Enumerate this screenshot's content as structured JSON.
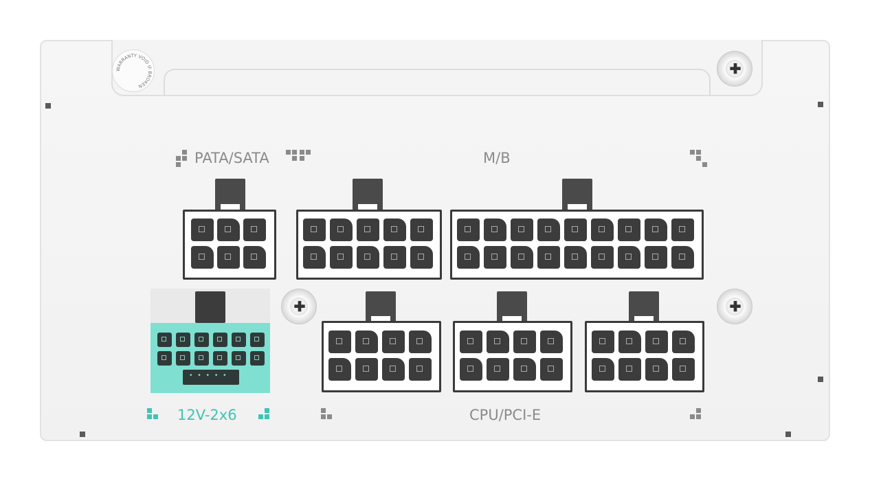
{
  "sticker": {
    "text": "WARRANTY VOID IF BROKEN"
  },
  "labels": {
    "pata_sata": "PATA/SATA",
    "mb": "M/B",
    "hv": "12V-2x6",
    "cpu_pcie": "CPU/PCI-E"
  },
  "colors": {
    "accent": "#3fc4b5",
    "connector_teal": "#7fe0d2",
    "label_gray": "#8a8a8a"
  }
}
